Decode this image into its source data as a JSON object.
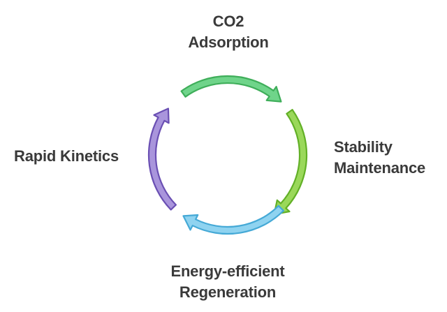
{
  "diagram": {
    "type": "cycle",
    "stages": [
      {
        "id": "top",
        "lines": [
          "CO2",
          "Adsorption"
        ],
        "color": "#6fd48a",
        "stroke": "#3fae5a"
      },
      {
        "id": "right",
        "lines": [
          "Stability",
          "Maintenance"
        ],
        "color": "#9ad85a",
        "stroke": "#62b026"
      },
      {
        "id": "bottom",
        "lines": [
          "Energy-efficient",
          "Regeneration"
        ],
        "color": "#8fd3f0",
        "stroke": "#45a9d6"
      },
      {
        "id": "left",
        "lines": [
          "Rapid Kinetics"
        ],
        "color": "#a995dc",
        "stroke": "#6a4fb3"
      }
    ]
  }
}
